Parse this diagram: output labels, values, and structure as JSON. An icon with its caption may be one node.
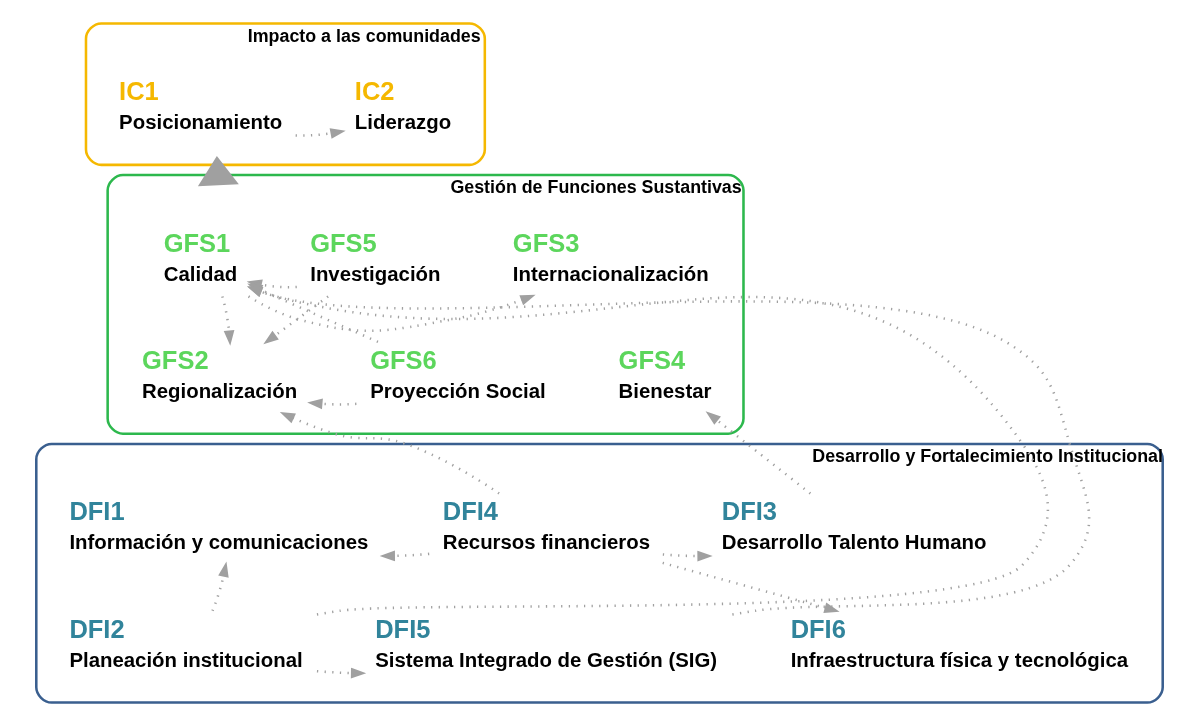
{
  "diagram": {
    "nodes": [
      {
        "text": [
          "Impacto a las comunidades"
        ]
      },
      {
        "text": [
          "IC1",
          "Posicionamiento"
        ],
        "in": 0
      },
      {
        "text": [
          "IC2",
          "Liderazgo"
        ],
        "in": 0
      },
      {
        "text": [
          "Gestión de Funciones Sustantivas"
        ]
      },
      {
        "text": [
          "GFS1",
          "Calidad"
        ],
        "in": 3
      },
      {
        "text": [
          "GFS2",
          "Regionalización"
        ],
        "in": 3
      },
      {
        "text": [
          "GFS3",
          "Internacionalización"
        ],
        "in": 3
      },
      {
        "text": [
          "GFS4",
          "Bienestar"
        ],
        "in": 3
      },
      {
        "text": [
          "GFS5",
          "Investigación"
        ],
        "in": 3
      },
      {
        "text": [
          "GFS6",
          "Proyección Social"
        ],
        "in": 3
      },
      {
        "text": [
          "Desarrollo y Fortalecimiento Institucional"
        ]
      },
      {
        "text": [
          "DFI1",
          "Información y comunicaciones"
        ],
        "in": 10
      },
      {
        "text": [
          "DFI2",
          "Planeación institucional"
        ],
        "in": 10
      },
      {
        "text": [
          "DFI3",
          "Desarrollo Talento Humano"
        ],
        "in": 10
      },
      {
        "text": [
          "DFI4",
          "Recursos financieros"
        ],
        "in": 10
      },
      {
        "text": [
          "DFI5",
          "Sistema Integrado de Gestión (SIG)"
        ],
        "in": 10
      },
      {
        "text": [
          "DFI6",
          "Infraestructura física y tecnológica"
        ],
        "in": 10
      }
    ],
    "edges": [
      {
        "from": 1,
        "to": 2,
        "arrow": "to"
      },
      {
        "from": 3,
        "to": 0,
        "arrow": "to",
        "style": "thick"
      },
      {
        "from": 4,
        "to": 6,
        "arrow": "to"
      },
      {
        "from": 4,
        "to": 5,
        "arrow": "to"
      },
      {
        "from": 8,
        "to": 4,
        "arrow": "to"
      },
      {
        "from": 8,
        "to": 5,
        "arrow": "to"
      },
      {
        "from": 9,
        "to": 4,
        "arrow": "to"
      },
      {
        "from": 9,
        "to": 5,
        "arrow": "to"
      },
      {
        "from": 14,
        "to": 5,
        "arrow": "to"
      },
      {
        "from": 14,
        "to": 11,
        "arrow": "to"
      },
      {
        "from": 14,
        "to": 13,
        "arrow": "to"
      },
      {
        "from": 14,
        "to": 16,
        "arrow": "to"
      },
      {
        "from": 13,
        "to": 7,
        "arrow": "to"
      },
      {
        "from": 12,
        "to": 11,
        "arrow": "to"
      },
      {
        "from": 12,
        "to": 15,
        "arrow": "to"
      },
      {
        "from": 12,
        "to": 4,
        "arrow": "to"
      },
      {
        "from": 15,
        "to": 4,
        "arrow": "to"
      }
    ]
  }
}
